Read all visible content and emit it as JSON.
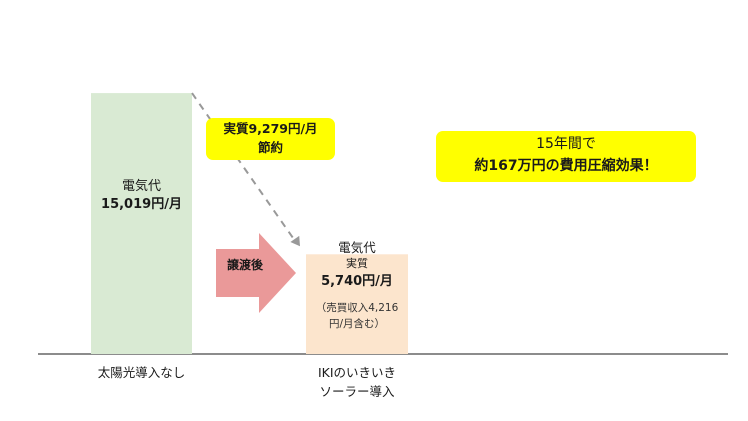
{
  "chart_data": {
    "type": "bar",
    "categories": [
      "太陽光導入なし",
      "IKIのいきいき\nソーラー導入"
    ],
    "values": [
      15019,
      5740
    ],
    "bars": [
      {
        "label": "電気代",
        "sub": "",
        "value_text": "15,019円/月",
        "color": "#d9ead3"
      },
      {
        "label": "電気代",
        "sub": "実質",
        "value_text": "5,740円/月",
        "note": "（売買収入4,216\n円/月含む）",
        "color": "#fce5cd"
      }
    ],
    "ylim": [
      0,
      17500
    ],
    "grid": false,
    "annotations": {
      "saving": "実質9,279円/月\n節約",
      "arrow": "譲渡後",
      "total_line1": "15年間で",
      "total_line2": "約167万円の費用圧縮効果！"
    },
    "colors": {
      "callout": "#ffff00",
      "arrow": "#ea9999",
      "dashed": "#999999",
      "baseline": "#666666"
    }
  }
}
